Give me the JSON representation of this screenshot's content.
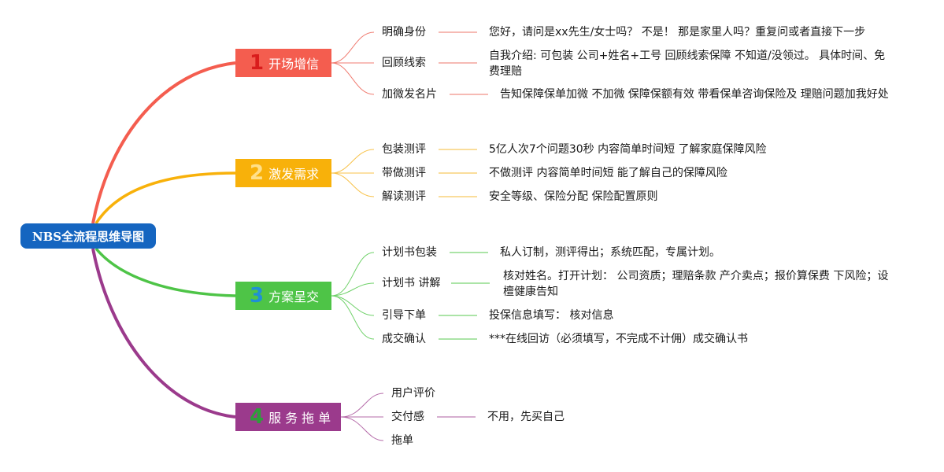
{
  "root": {
    "label": "NBS全流程思维导图"
  },
  "branches": [
    {
      "num": "1",
      "label": "开场增信",
      "color": "#f45d4f",
      "items": [
        {
          "label": "明确身份",
          "desc": "您好，请问是xx先生/女士吗？ 不是！ 那是家里人吗？重复问或者直接下一步"
        },
        {
          "label": "回顾线索",
          "desc": "自我介绍: 可包装 公司+姓名+工号 回顾线索保障 不知道/没领过。 具体时间、免费理赔"
        },
        {
          "label": "加微发名片",
          "desc": "告知保障保单加微 不加微 保障保额有效 带看保单咨询保险及 理赔问题加我好处"
        }
      ]
    },
    {
      "num": "2",
      "label": "激发需求",
      "color": "#f8b10a",
      "items": [
        {
          "label": "包装测评",
          "desc": "5亿人次7个问题30秒 内容简单时间短 了解家庭保障风险"
        },
        {
          "label": "带做测评",
          "desc": "不做测评 内容简单时间短 能了解自己的保障风险"
        },
        {
          "label": "解读测评",
          "desc": "安全等级、保险分配 保险配置原则"
        }
      ]
    },
    {
      "num": "3",
      "label": "方案呈交",
      "color": "#4ec447",
      "items": [
        {
          "label": "计划书包装",
          "desc": "私人订制，测评得出；系统匹配，专属计划。"
        },
        {
          "label": "计划书 讲解",
          "desc": "核对姓名。打开计划： 公司资质；理赔条款 产介卖点；报价算保费 下风险；设檀健康告知"
        },
        {
          "label": "引导下单",
          "desc": "投保信息填写： 核对信息"
        },
        {
          "label": "成交确认",
          "desc": "***在线回访（必须填写，不完成不计佣）成交确认书"
        }
      ]
    },
    {
      "num": "4",
      "label": "服务拖单",
      "color": "#9b3a8c",
      "items": [
        {
          "label": "用户评价",
          "desc": ""
        },
        {
          "label": "交付感",
          "desc": "不用，先买自己"
        },
        {
          "label": "拖单",
          "desc": ""
        }
      ]
    }
  ]
}
